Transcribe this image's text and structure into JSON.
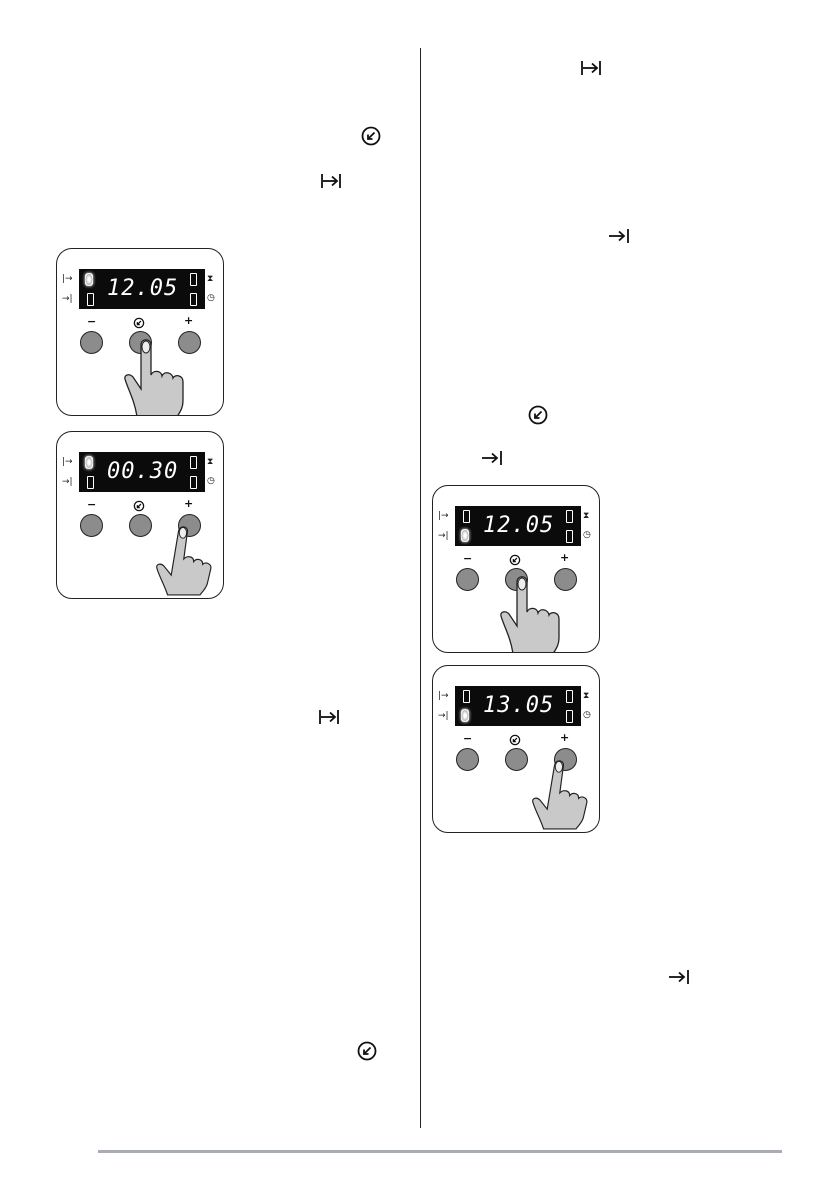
{
  "icons": {
    "clock": "clock-arrow-icon",
    "end_time": "end-time-icon",
    "duration": "duration-icon"
  },
  "panels": [
    {
      "readout": "12.05",
      "active_button": "clock"
    },
    {
      "readout": "00.30",
      "active_button": "plus"
    },
    {
      "readout": "12.05",
      "active_button": "clock"
    },
    {
      "readout": "13.05",
      "active_button": "plus"
    }
  ],
  "buttons": {
    "minus": "−",
    "plus": "+"
  },
  "colors": {
    "display_bg": "#0b0b0b",
    "button_fill": "#8c8c8c",
    "rule": "#a8adb3"
  }
}
